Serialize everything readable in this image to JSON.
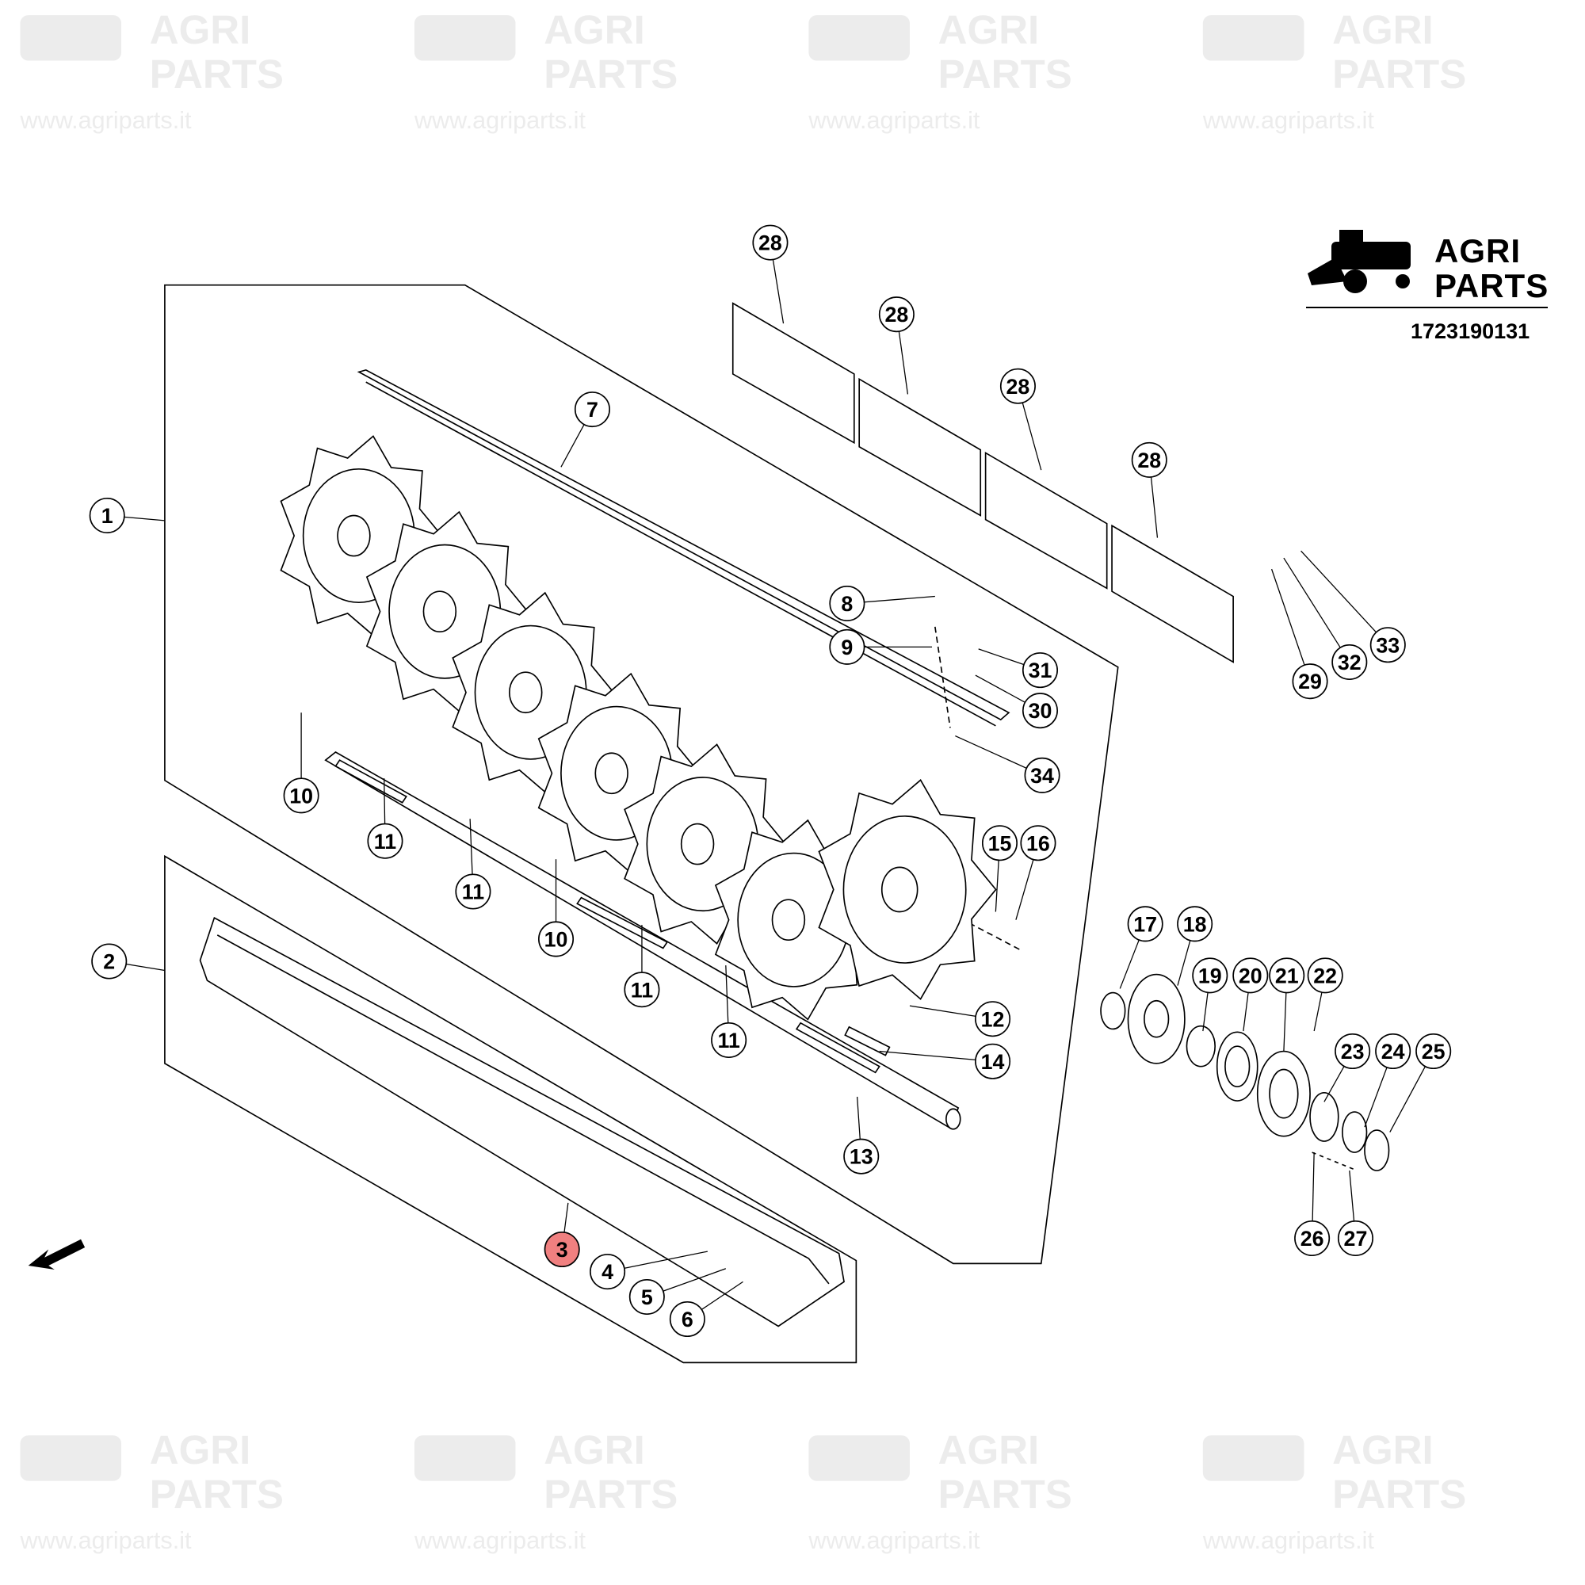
{
  "header": {
    "brand_line1": "AGRI",
    "brand_line2": "PARTS",
    "part_number": "1723190131"
  },
  "watermark": {
    "brand_line1": "AGRI",
    "brand_line2": "PARTS",
    "url": "www.agriparts.it"
  },
  "callouts": [
    "28",
    "28",
    "28",
    "28",
    "7",
    "1",
    "8",
    "9",
    "31",
    "30",
    "34",
    "29",
    "32",
    "33",
    "10",
    "11",
    "11",
    "10",
    "11",
    "11",
    "12",
    "14",
    "13",
    "15",
    "16",
    "17",
    "18",
    "19",
    "20",
    "21",
    "22",
    "23",
    "24",
    "25",
    "26",
    "27",
    "2",
    "3",
    "4",
    "5",
    "6"
  ],
  "highlighted_callout": "3",
  "colors": {
    "highlight": "#f08080",
    "line": "#000000",
    "watermark": "#ececec"
  }
}
